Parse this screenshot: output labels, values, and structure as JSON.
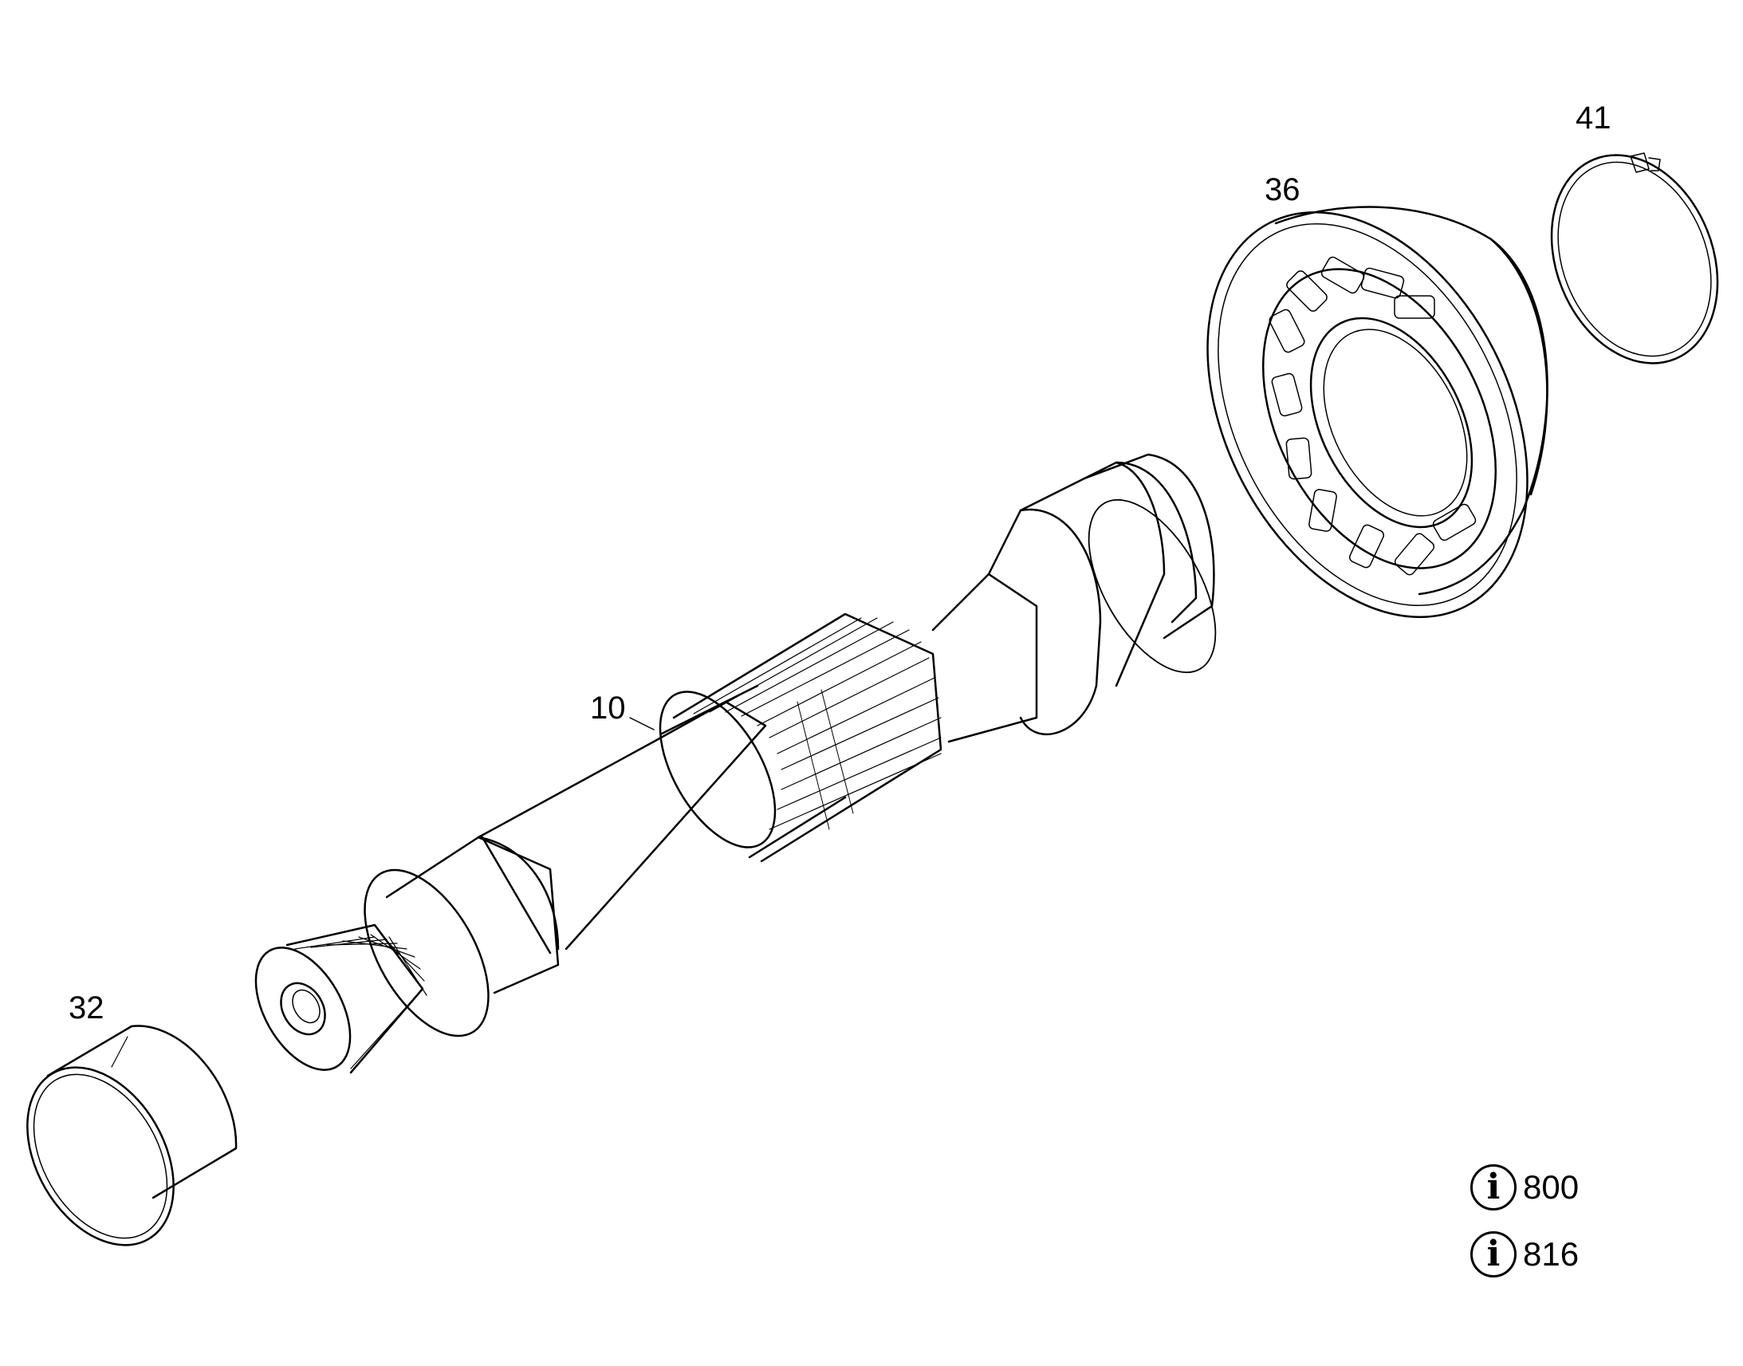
{
  "callouts": {
    "c41": "41",
    "c36": "36",
    "c10": "10",
    "c32": "32"
  },
  "info_refs": [
    {
      "icon": "info-icon",
      "label": "800"
    },
    {
      "icon": "info-icon",
      "label": "816"
    }
  ],
  "colors": {
    "line": "#000000",
    "background": "#ffffff"
  }
}
